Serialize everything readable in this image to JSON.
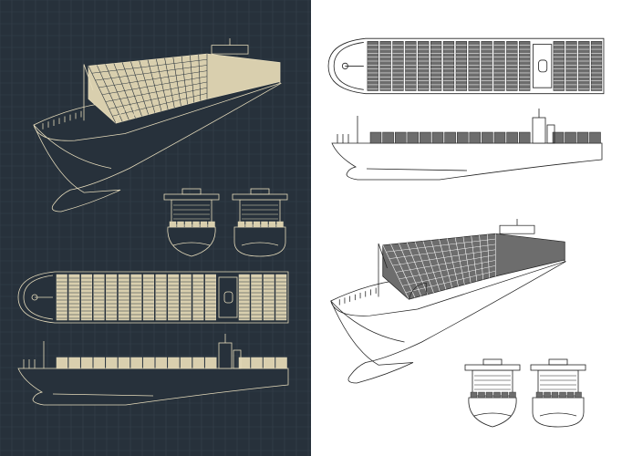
{
  "panels": [
    {
      "theme": "dark-blueprint",
      "background": "#27313b",
      "grid": "#37424d",
      "line": "#e6dcbc",
      "fill": "#d9cfae",
      "hull_fill": "#27313b"
    },
    {
      "theme": "light-line-art",
      "background": "#ffffff",
      "grid": null,
      "line": "#222222",
      "fill": "#6d6d6d",
      "hull_fill": "#ffffff"
    }
  ],
  "subject": "container-ship"
}
